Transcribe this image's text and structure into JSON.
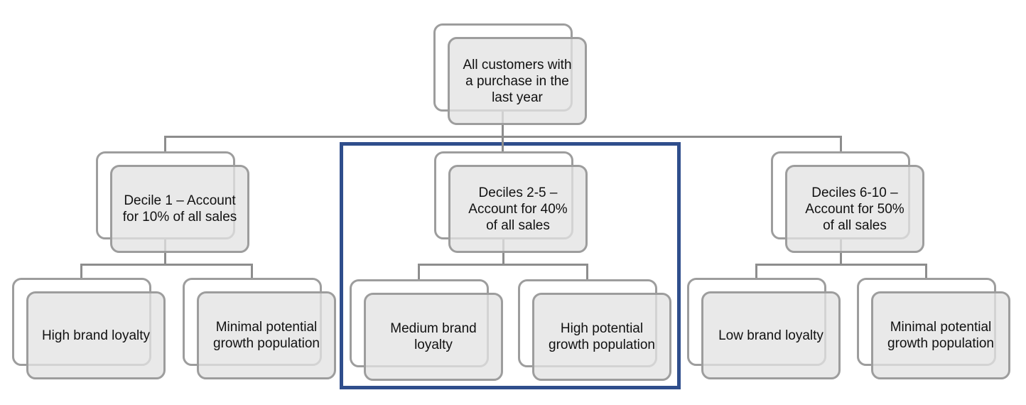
{
  "diagram": {
    "type": "hierarchy",
    "root": {
      "label": "All customers with\na purchase in the\nlast year"
    },
    "branches": [
      {
        "label": "Decile 1 – Account\nfor 10% of all sales",
        "highlighted": false,
        "children": [
          {
            "label": "High brand loyalty"
          },
          {
            "label": "Minimal potential\ngrowth population"
          }
        ]
      },
      {
        "label": "Deciles 2-5 –\nAccount for 40%\nof all sales",
        "highlighted": true,
        "children": [
          {
            "label": "Medium brand\nloyalty"
          },
          {
            "label": "High potential\ngrowth population"
          }
        ]
      },
      {
        "label": "Deciles 6-10 –\nAccount for 50%\nof all sales",
        "highlighted": false,
        "children": [
          {
            "label": "Low brand loyalty"
          },
          {
            "label": "Minimal potential\ngrowth population"
          }
        ]
      }
    ],
    "colors": {
      "box_fill": "#e8e8e8",
      "box_border": "#9d9d9d",
      "connector": "#8d8d8d",
      "highlight_border": "#2f4e8c",
      "text": "#111111"
    }
  }
}
